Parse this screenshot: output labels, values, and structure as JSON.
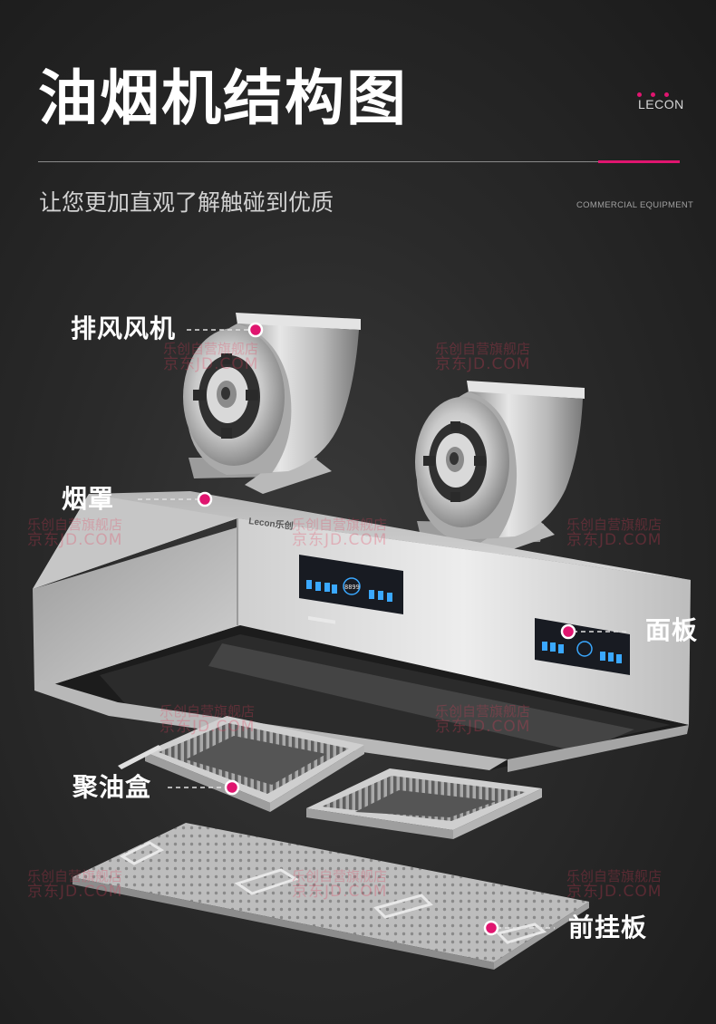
{
  "header": {
    "title": "油烟机结构图",
    "brand": "LECON",
    "subtitle": "让您更加直观了解触碰到优质",
    "tagline": "COMMERCIAL EQUIPMENT"
  },
  "product": {
    "hood_logo": "Lecon乐创",
    "panel_text": "8899"
  },
  "labels": {
    "fan": "排风风机",
    "hood": "烟罩",
    "panel": "面板",
    "oil_box": "聚油盒",
    "front_plate": "前挂板"
  },
  "watermark": {
    "line1": "乐创自营旗舰店",
    "line2": "京东JD.COM"
  },
  "colors": {
    "accent": "#e0156f",
    "background": "#262626"
  }
}
